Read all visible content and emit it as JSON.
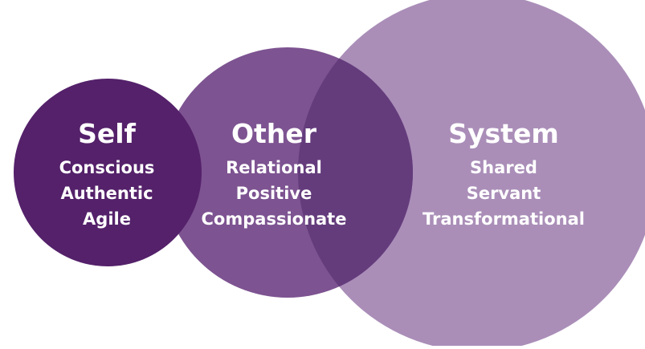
{
  "colors": {
    "background": "#ffffff",
    "self": "#54216a",
    "other": "#7d5391",
    "system": "#aa8eb8",
    "other_system_overlap": "#643c7c",
    "text": "#ffffff"
  },
  "circles": [
    {
      "key": "self",
      "title": "Self",
      "items": [
        "Conscious",
        "Authentic",
        "Agile"
      ]
    },
    {
      "key": "other",
      "title": "Other",
      "items": [
        "Relational",
        "Positive",
        "Compassionate"
      ]
    },
    {
      "key": "system",
      "title": "System",
      "items": [
        "Shared",
        "Servant",
        "Transformational"
      ]
    }
  ]
}
